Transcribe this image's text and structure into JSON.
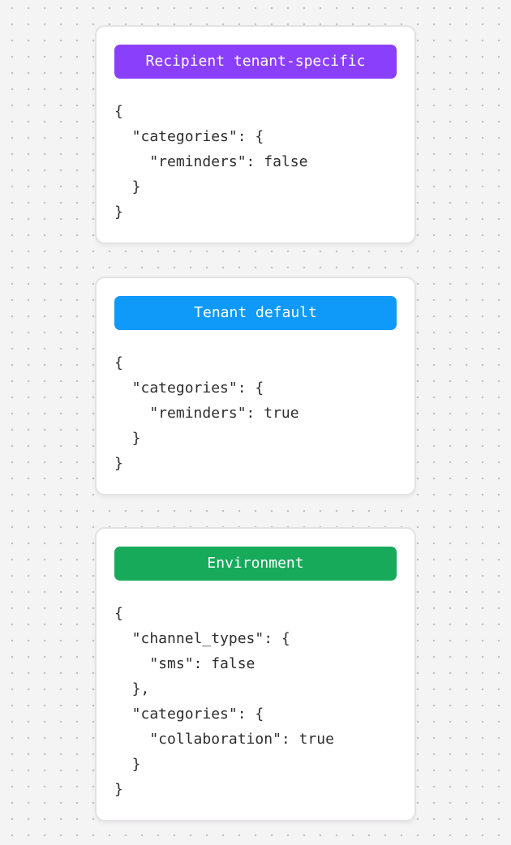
{
  "page": {
    "background_color": "#f5f4f5",
    "dot_color": "#c3c1c3",
    "card_background": "#ffffff",
    "card_border_color": "#e3e1e3",
    "code_text_color": "#2d2d2d"
  },
  "cards": [
    {
      "id": "recipient-tenant-specific",
      "badge": {
        "label": "Recipient tenant-specific",
        "color": "#8a3ffb",
        "text_color": "#ffffff"
      },
      "code": "{\n  \"categories\": {\n    \"reminders\": false\n  }\n}"
    },
    {
      "id": "tenant-default",
      "badge": {
        "label": "Tenant default",
        "color": "#0f99f9",
        "text_color": "#ffffff"
      },
      "code": "{\n  \"categories\": {\n    \"reminders\": true\n  }\n}"
    },
    {
      "id": "environment",
      "badge": {
        "label": "Environment",
        "color": "#17aa5b",
        "text_color": "#ffffff"
      },
      "code": "{\n  \"channel_types\": {\n    \"sms\": false\n  },\n  \"categories\": {\n    \"collaboration\": true\n  }\n}"
    }
  ]
}
